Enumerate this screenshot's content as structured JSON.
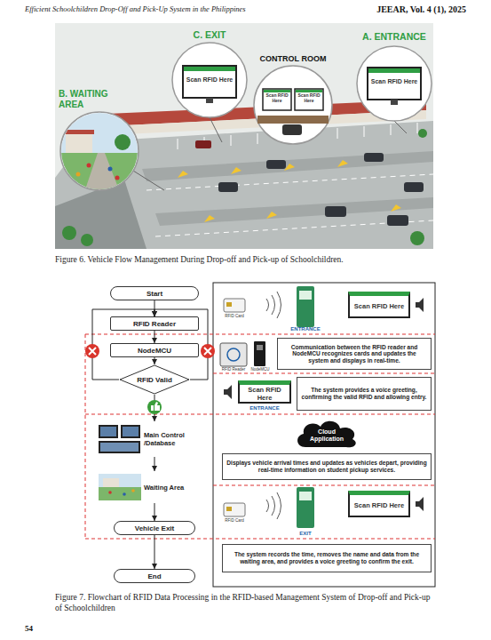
{
  "diagram": {
    "caption": "Figure 7. Flowchart of RFID Data Processing in the RFID-based Management System of Drop-off and Pick-up of Schoolchildren",
    "nodes": [
      {
        "text": [
          "Start"
        ]
      },
      {
        "text": [
          "RFID Reader"
        ]
      },
      {
        "text": [
          "NodeMCU"
        ]
      },
      {
        "text": [
          "RFID Valid"
        ]
      },
      {
        "text": [
          "Main Control /Database"
        ]
      },
      {
        "text": [
          "Waiting Area"
        ]
      },
      {
        "text": [
          "Vehicle Exit"
        ]
      },
      {
        "text": [
          "End"
        ]
      },
      {
        "text": [
          "Scan RFID Here"
        ]
      },
      {
        "text": [
          "Communication between the RFID reader and NodeMCU recognizes cards and updates the system and displays in real-time."
        ]
      },
      {
        "text": [
          "Scan RFID Here"
        ]
      },
      {
        "text": [
          "The system provides a voice greeting, confirming the valid RFID and allowing entry."
        ]
      },
      {
        "text": [
          "Cloud Application"
        ]
      },
      {
        "text": [
          "Displays vehicle arrival times and updates as vehicles depart, providing real-time information on student pickup services."
        ]
      },
      {
        "text": [
          "Scan RFID Here"
        ]
      },
      {
        "text": [
          "The system records the time, removes the name and data from the waiting area, and provides a voice greeting to confirm the exit."
        ]
      }
    ],
    "edges": [
      {
        "from": 0,
        "to": 1,
        "arrow": "to"
      },
      {
        "from": 1,
        "to": 2,
        "arrow": "to"
      },
      {
        "from": 2,
        "to": 3,
        "arrow": "to"
      },
      {
        "from": 3,
        "to": 4,
        "arrow": "to"
      },
      {
        "from": 4,
        "to": 5,
        "arrow": "to"
      },
      {
        "from": 5,
        "to": 6,
        "arrow": "to"
      },
      {
        "from": 6,
        "to": 7,
        "arrow": "to"
      },
      {
        "from": 3,
        "to": 1,
        "arrow": "to"
      },
      {
        "from": 3,
        "to": 1,
        "arrow": "to"
      }
    ],
    "labels": [
      "Efficient Schoolchildren Drop-Off and Pick-Up System in the Philippines",
      "JEEAR, Vol. 4 (1), 2025",
      "C. EXIT",
      "CONTROL ROOM",
      "A. ENTRANCE",
      "B. WAITING AREA",
      "Scan RFID Here",
      "Scan RFID Here",
      "Scan RFID Here",
      "Scan RFID Here",
      "Figure 6. Vehicle Flow Management During Drop-off and Pick-up of Schoolchildren.",
      "RFID Card",
      "ENTRANCE",
      "RFID Reader",
      "NodeMCU",
      "ENTRANCE",
      "RFID Card",
      "EXIT",
      "54"
    ]
  }
}
